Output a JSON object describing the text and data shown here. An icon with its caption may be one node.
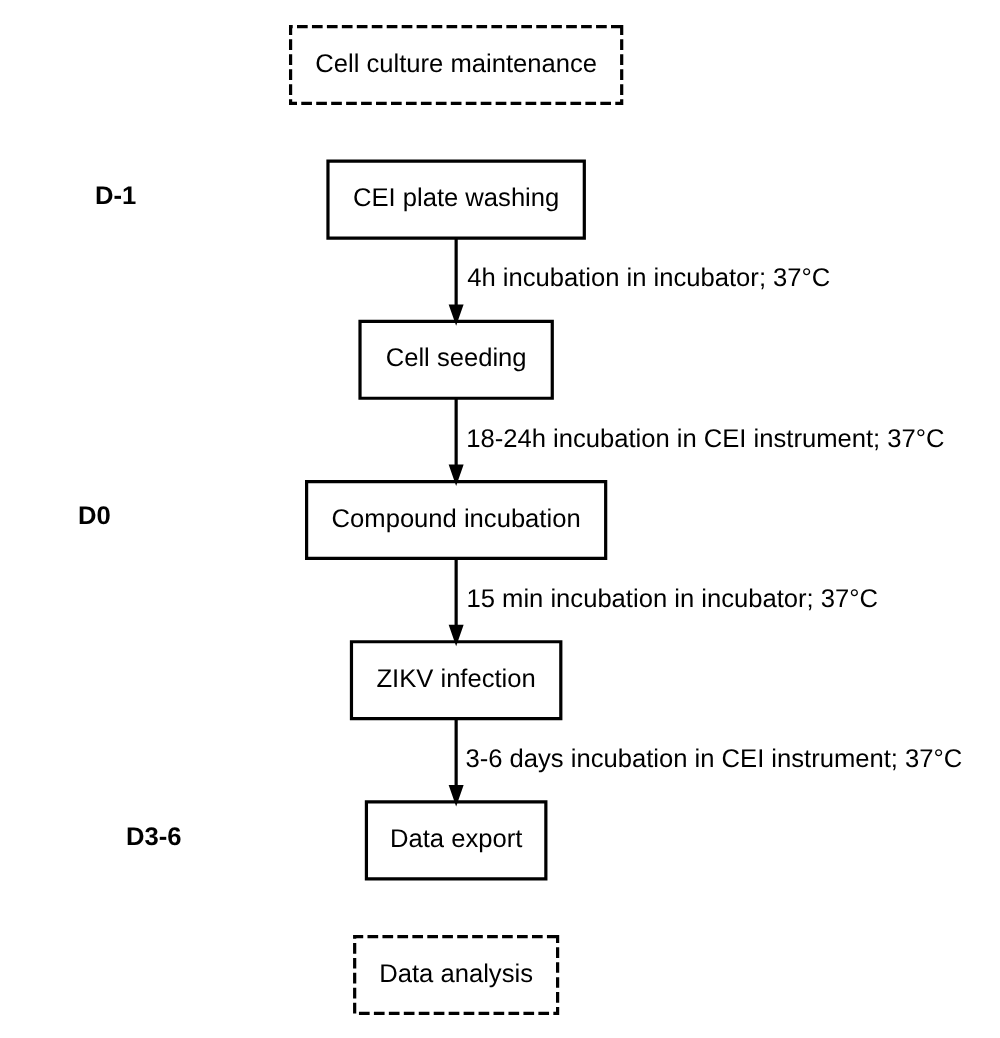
{
  "diagram": {
    "nodes": [
      {
        "text": [
          "Cell culture maintenance"
        ]
      },
      {
        "text": [
          "CEI plate washing"
        ]
      },
      {
        "text": [
          "Cell seeding"
        ]
      },
      {
        "text": [
          "Compound incubation"
        ]
      },
      {
        "text": [
          "ZIKV infection"
        ]
      },
      {
        "text": [
          "Data export"
        ]
      },
      {
        "text": [
          "Data analysis"
        ]
      }
    ],
    "edges": [
      {
        "from": 1,
        "to": 2,
        "arrow": "to",
        "label": "4h incubation in incubator; 37°C"
      },
      {
        "from": 2,
        "to": 3,
        "arrow": "to",
        "label": "18-24h incubation in CEI instrument; 37°C"
      },
      {
        "from": 3,
        "to": 4,
        "arrow": "to",
        "label": "15 min incubation in incubator; 37°C"
      },
      {
        "from": 4,
        "to": 5,
        "arrow": "to",
        "label": "3-6 days incubation in CEI instrument; 37°C"
      }
    ],
    "labels": [
      "D-1",
      "D0",
      "D3-6"
    ]
  }
}
